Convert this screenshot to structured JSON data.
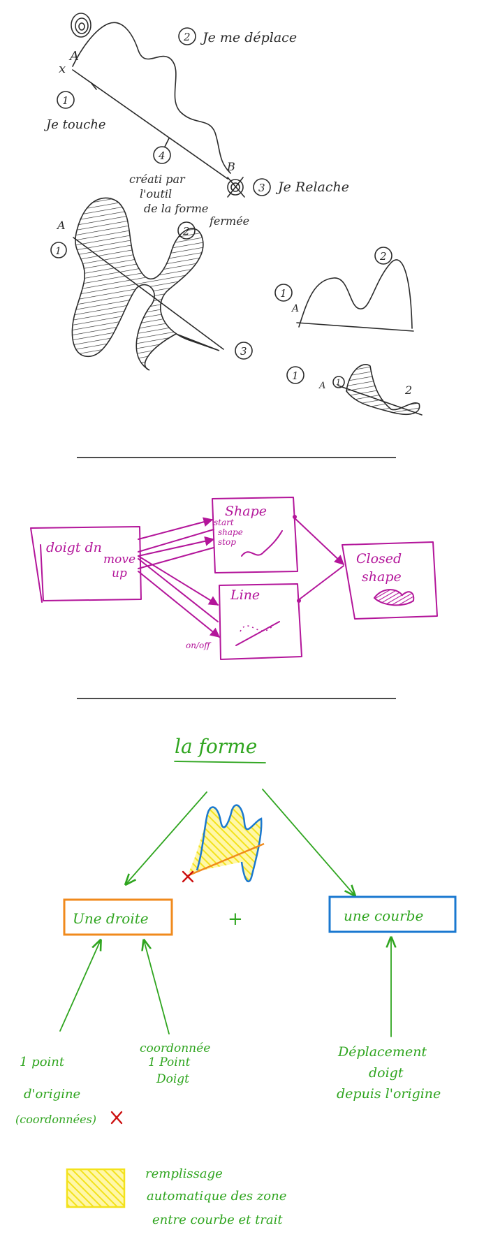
{
  "colors": {
    "pencil": "#2a2a2a",
    "magenta": "#b3159a",
    "green": "#2fa51f",
    "orange": "#f08a1c",
    "blue": "#1a78d0",
    "yellow": "#f3e21c",
    "red": "#cc1010"
  },
  "sketch1": {
    "label_x": "x",
    "point_a": "A",
    "point_b": "B",
    "step1_num": "1",
    "step1_text": "Je touche",
    "step2_num": "2",
    "step2_text": "Je me déplace",
    "step3_num": "3",
    "step3_text": "Je Relache",
    "step4_num": "4",
    "step4_line1": "créati par",
    "step4_line2": "l'outil",
    "step4_line3": "de la forme",
    "step4_line4": "fermée",
    "tick_label": "4"
  },
  "sketch2": {
    "point_a": "A",
    "num1": "1",
    "num2": "2",
    "num3": "3"
  },
  "sketch3": {
    "point_a": "A",
    "num1": "1",
    "num2": "2"
  },
  "sketch4": {
    "point_a": "A",
    "num1": "1",
    "num1b": "1",
    "num2": "2"
  },
  "diagram": {
    "left_box_label": "doigt dn",
    "left_box_move": "move",
    "left_box_up": "up",
    "shape_title": "Shape",
    "shape_start": "start",
    "shape_shape": "shape",
    "shape_stop": "stop",
    "line_title": "Line",
    "line_side": "on/off",
    "closed_line1": "Closed",
    "closed_line2": "shape"
  },
  "concept": {
    "title": "la forme",
    "plus": "+",
    "left_box": "Une droite",
    "right_box": "une courbe",
    "note1_line1": "1 point",
    "note1_line2": "d'origine",
    "note1_line3": "(coordonnées)",
    "note2_line1": "coordonnée",
    "note2_line2": "1 Point",
    "note2_line3": "Doigt",
    "note3_line1": "Déplacement",
    "note3_line2": "doigt",
    "note3_line3": "depuis l'origine",
    "legend_line1": "remplissage",
    "legend_line2": "automatique des zone",
    "legend_line3": "entre courbe et trait"
  }
}
